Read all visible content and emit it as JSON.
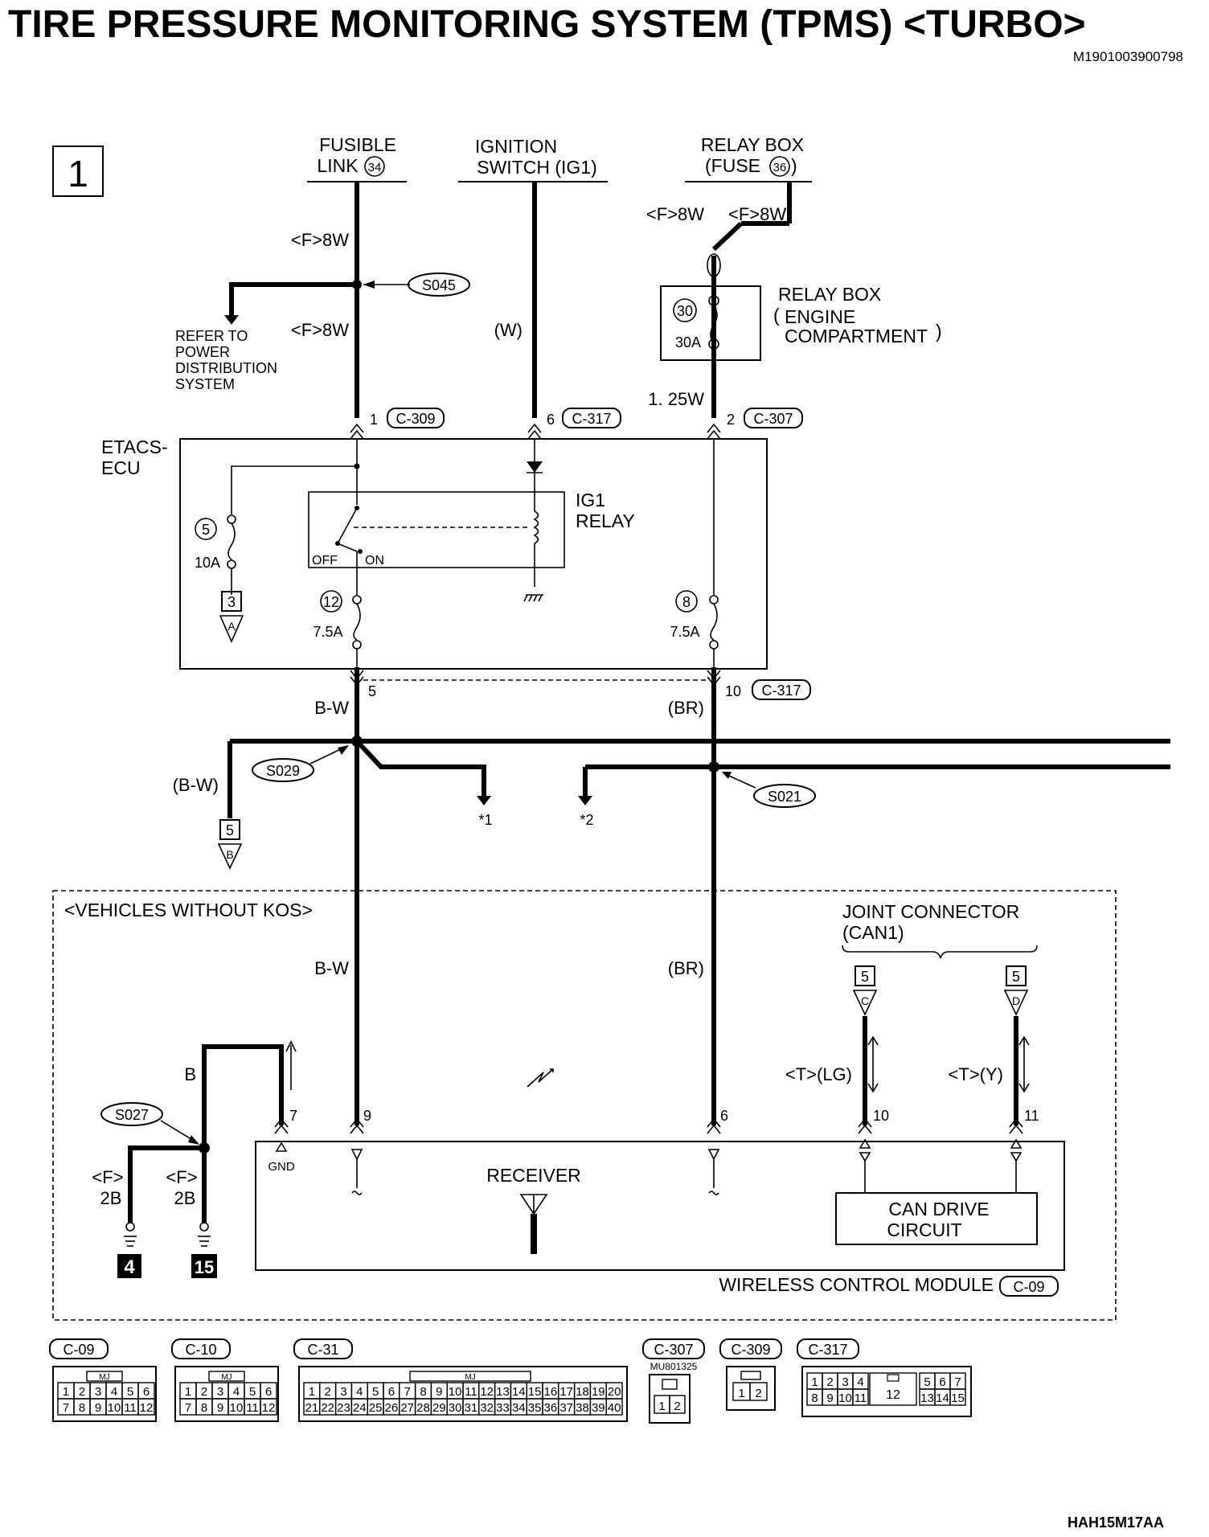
{
  "title": "TIRE PRESSURE MONITORING SYSTEM (TPMS) <TURBO>",
  "doc_id": "M1901003900798",
  "footer_code": "HAH15M17AA",
  "sheet_number": "1",
  "sources": {
    "fusible_link_1": "FUSIBLE",
    "fusible_link_2": "LINK",
    "fusible_link_num": "34",
    "ignition_1": "IGNITION",
    "ignition_2": "SWITCH (IG1)",
    "relay_box_1": "RELAY BOX",
    "relay_box_2a": "(FUSE",
    "relay_box_num": "36",
    "relay_box_2b": ")"
  },
  "wires": {
    "f8w": "<F>8W",
    "w": "(W)",
    "w125": "1. 25W",
    "bw": "B-W",
    "br": "(BR)",
    "bw_paren": "(B-W)",
    "b": "B",
    "f2b_a": "<F>",
    "f2b_b": "2B",
    "t_lg": "<T>(LG)",
    "t_y": "<T>(Y)"
  },
  "splices": {
    "s045": "S045",
    "s029": "S029",
    "s021": "S021",
    "s027": "S027"
  },
  "refer": [
    "REFER TO",
    "POWER",
    "DISTRIBUTION",
    "SYSTEM"
  ],
  "relay_box_engine": {
    "title": "RELAY BOX",
    "l1": "ENGINE",
    "l2": "COMPARTMENT",
    "fuse_num": "30",
    "fuse_rating": "30A"
  },
  "etacs": {
    "label_1": "ETACS-",
    "label_2": "ECU",
    "ig1_1": "IG1",
    "ig1_2": "RELAY",
    "off": "OFF",
    "on": "ON",
    "fuse5_num": "5",
    "fuse5_rating": "10A",
    "fuse12_num": "12",
    "fuse12_rating": "7.5A",
    "fuse8_num": "8",
    "fuse8_rating": "7.5A"
  },
  "pins": {
    "p1": "1",
    "p6": "6",
    "p2": "2",
    "p5": "5",
    "p10": "10",
    "c309": "C-309",
    "c317": "C-317",
    "c307": "C-307"
  },
  "refs": {
    "a_num": "3",
    "a_letter": "A",
    "b_num": "5",
    "b_letter": "B",
    "c_num": "5",
    "c_letter": "C",
    "d_num": "5",
    "d_letter": "D",
    "star1": "*1",
    "star2": "*2"
  },
  "kos": {
    "label": "<VEHICLES WITHOUT KOS>",
    "joint_1": "JOINT CONNECTOR",
    "joint_2": "(CAN1)"
  },
  "module": {
    "pin7": "7",
    "pin9": "9",
    "pin6": "6",
    "pin10": "10",
    "pin11": "11",
    "gnd": "GND",
    "receiver": "RECEIVER",
    "can_1": "CAN DRIVE",
    "can_2": "CIRCUIT",
    "name": "WIRELESS CONTROL MODULE",
    "conn": "C-09"
  },
  "grounds": {
    "g1": "4",
    "g2": "15"
  },
  "connectors": {
    "c09": {
      "label": "C-09",
      "tag": "MJ",
      "row1": [
        "1",
        "2",
        "3",
        "4",
        "5",
        "6"
      ],
      "row2": [
        "7",
        "8",
        "9",
        "10",
        "11",
        "12"
      ]
    },
    "c10": {
      "label": "C-10",
      "tag": "MJ",
      "row1": [
        "1",
        "2",
        "3",
        "4",
        "5",
        "6"
      ],
      "row2": [
        "7",
        "8",
        "9",
        "10",
        "11",
        "12"
      ]
    },
    "c31": {
      "label": "C-31",
      "tag": "MJ",
      "row1": [
        "1",
        "2",
        "3",
        "4",
        "5",
        "6",
        "7",
        "8",
        "9",
        "10",
        "11",
        "12",
        "13",
        "14",
        "15",
        "16",
        "17",
        "18",
        "19",
        "20"
      ],
      "row2": [
        "21",
        "22",
        "23",
        "24",
        "25",
        "26",
        "27",
        "28",
        "29",
        "30",
        "31",
        "32",
        "33",
        "34",
        "35",
        "36",
        "37",
        "38",
        "39",
        "40"
      ]
    },
    "c307": {
      "label": "C-307",
      "part": "MU801325",
      "pins": [
        "1",
        "2"
      ]
    },
    "c309": {
      "label": "C-309",
      "pins": [
        "1",
        "2"
      ]
    },
    "c317": {
      "label": "C-317",
      "row1": [
        "1",
        "2",
        "3",
        "4",
        "5",
        "6",
        "7"
      ],
      "row2": [
        "8",
        "9",
        "10",
        "11",
        "13",
        "14",
        "15"
      ],
      "mid": "12"
    }
  }
}
